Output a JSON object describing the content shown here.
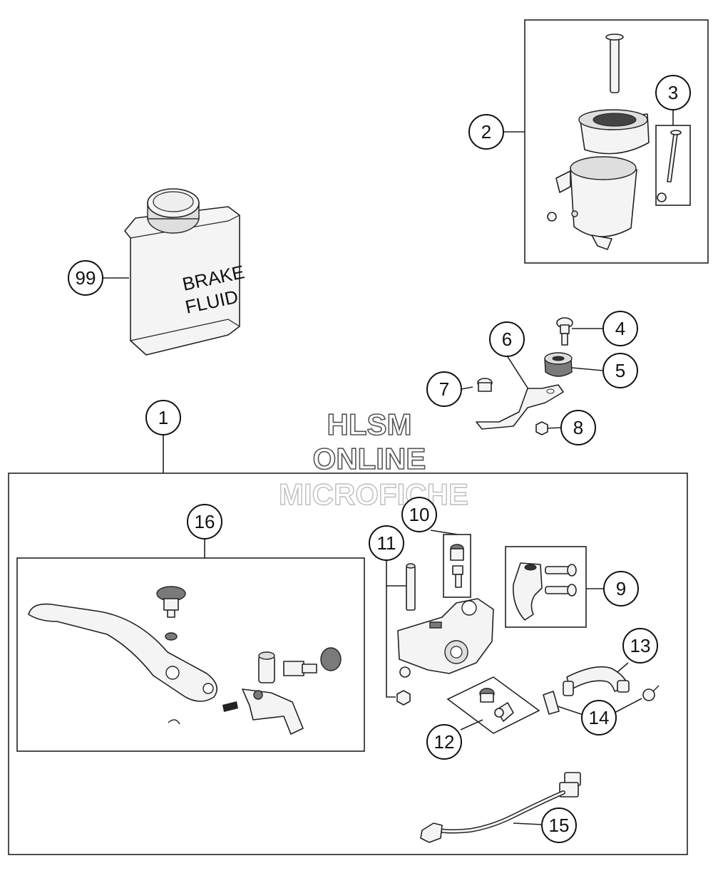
{
  "watermark": {
    "line1": "HLSM",
    "line2": "ONLINE",
    "line3": "MICROFICHE"
  },
  "can_label": {
    "line1": "BRAKE",
    "line2": "FLUID"
  },
  "callouts": [
    {
      "id": "c1",
      "label": "1"
    },
    {
      "id": "c2",
      "label": "2"
    },
    {
      "id": "c3",
      "label": "3"
    },
    {
      "id": "c4",
      "label": "4"
    },
    {
      "id": "c5",
      "label": "5"
    },
    {
      "id": "c6",
      "label": "6"
    },
    {
      "id": "c7",
      "label": "7"
    },
    {
      "id": "c8",
      "label": "8"
    },
    {
      "id": "c9",
      "label": "9"
    },
    {
      "id": "c10",
      "label": "10"
    },
    {
      "id": "c11",
      "label": "11"
    },
    {
      "id": "c12",
      "label": "12"
    },
    {
      "id": "c13",
      "label": "13"
    },
    {
      "id": "c14",
      "label": "14"
    },
    {
      "id": "c15",
      "label": "15"
    },
    {
      "id": "c16",
      "label": "16"
    },
    {
      "id": "c99",
      "label": "99"
    }
  ]
}
